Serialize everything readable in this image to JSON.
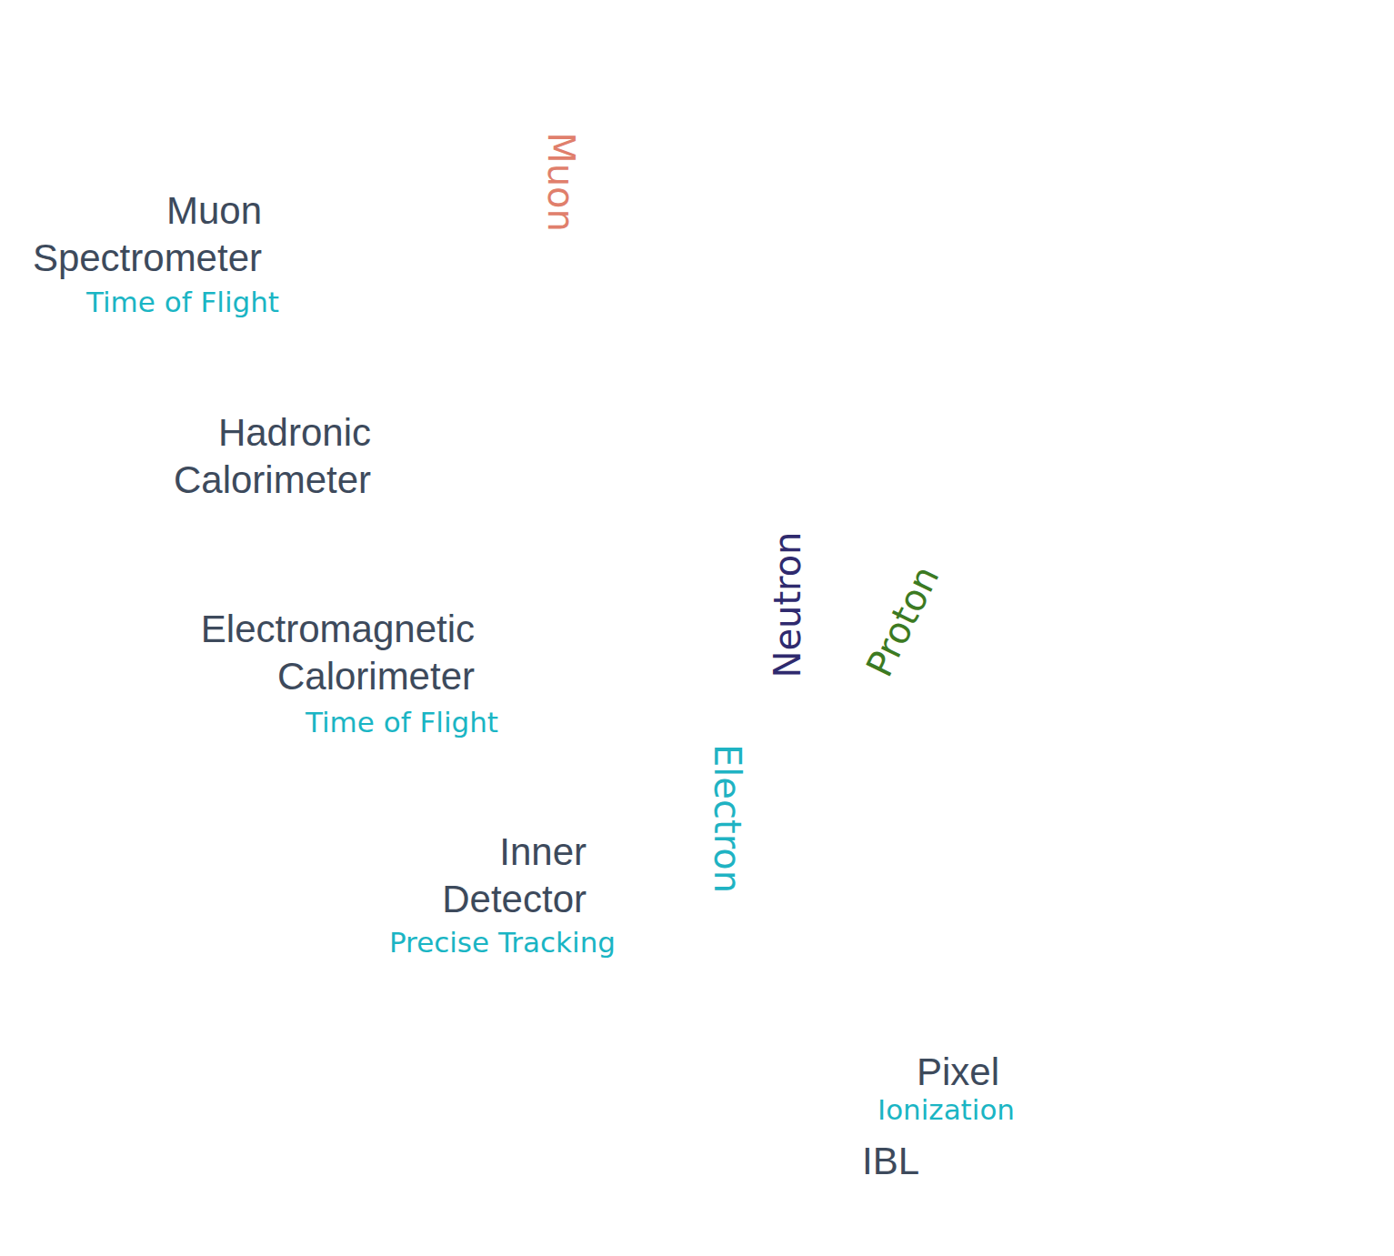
{
  "diagram": {
    "nodes": [
      {
        "text": [
          "Muon Spectrometer",
          "Time of Flight"
        ]
      },
      {
        "text": [
          "Hadronic Calorimeter"
        ]
      },
      {
        "text": [
          "Electromagnetic Calorimeter",
          "Time of Flight"
        ]
      },
      {
        "text": [
          "Inner Detector",
          "Precise Tracking"
        ]
      },
      {
        "text": [
          "Pixel",
          "Ionization"
        ],
        "in": 3
      },
      {
        "text": [
          "IBL"
        ],
        "in": 3
      }
    ],
    "labels": [
      "Muon",
      "Electron",
      "Neutron",
      "Proton"
    ]
  }
}
